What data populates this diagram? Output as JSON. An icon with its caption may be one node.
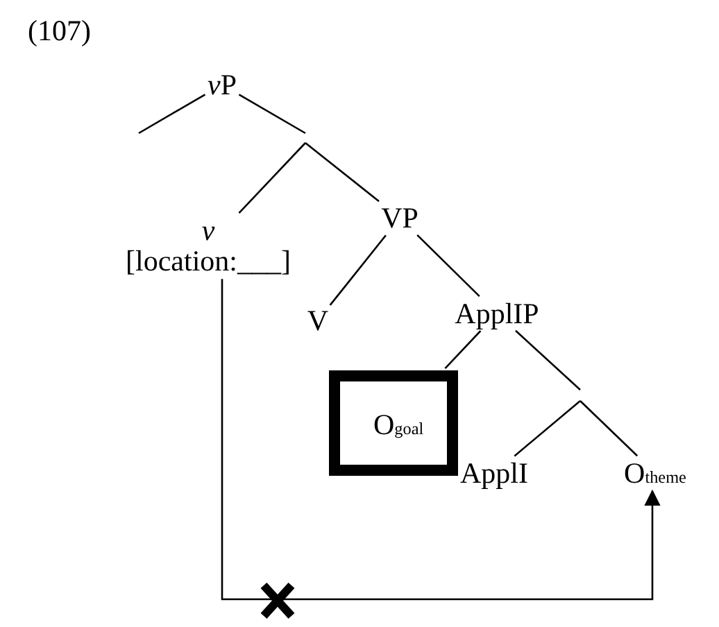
{
  "diagram": {
    "nodes": [
      {
        "text": [
          "vP"
        ]
      },
      {
        "text": [
          "v",
          "[location:___]"
        ]
      },
      {
        "text": [
          "VP"
        ]
      },
      {
        "text": [
          "V"
        ]
      },
      {
        "text": [
          "ApplIP"
        ]
      },
      {
        "text": [
          "O$_{goal}$"
        ]
      },
      {
        "text": [
          "ApplI"
        ]
      },
      {
        "text": [
          "O$_{theme}$"
        ]
      }
    ],
    "edges": [
      {
        "from": 0,
        "to": null,
        "arrow": "none"
      },
      {
        "from": 0,
        "to": null,
        "arrow": "none"
      },
      {
        "from": null,
        "to": 1,
        "arrow": "none"
      },
      {
        "from": null,
        "to": 2,
        "arrow": "none"
      },
      {
        "from": 2,
        "to": 3,
        "arrow": "none"
      },
      {
        "from": 2,
        "to": 4,
        "arrow": "none"
      },
      {
        "from": 4,
        "to": 5,
        "arrow": "none"
      },
      {
        "from": 4,
        "to": null,
        "arrow": "none"
      },
      {
        "from": null,
        "to": 6,
        "arrow": "none"
      },
      {
        "from": null,
        "to": 7,
        "arrow": "none"
      },
      {
        "from": 1,
        "to": 7,
        "arrow": "to"
      }
    ],
    "labels": [
      "(107)"
    ]
  }
}
